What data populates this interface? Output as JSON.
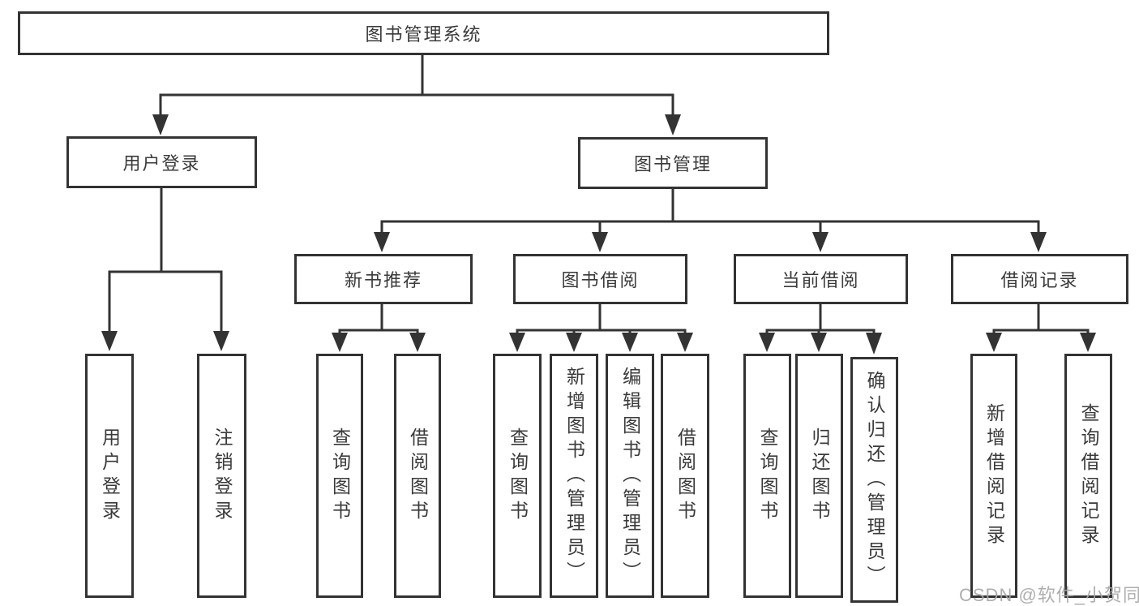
{
  "tree": {
    "label": "图书管理系统",
    "children": [
      {
        "label": "用户登录",
        "children": [
          {
            "label": "用户登录"
          },
          {
            "label": "注销登录"
          }
        ]
      },
      {
        "label": "图书管理",
        "children": [
          {
            "label": "新书推荐",
            "children": [
              {
                "label": "查询图书"
              },
              {
                "label": "借阅图书"
              }
            ]
          },
          {
            "label": "图书借阅",
            "children": [
              {
                "label": "查询图书"
              },
              {
                "label": "新增图书（管理员）"
              },
              {
                "label": "编辑图书（管理员）"
              },
              {
                "label": "借阅图书"
              }
            ]
          },
          {
            "label": "当前借阅",
            "children": [
              {
                "label": "查询图书"
              },
              {
                "label": "归还图书"
              },
              {
                "label": "确认归还（管理员）"
              }
            ]
          },
          {
            "label": "借阅记录",
            "children": [
              {
                "label": "新增借阅记录"
              },
              {
                "label": "查询借阅记录"
              }
            ]
          }
        ]
      }
    ]
  },
  "colors": {
    "line": "#333333",
    "text": "#3a3a3a",
    "watermark": "#a5a5a5"
  },
  "watermark": "CSDN @软件_小贺同学"
}
